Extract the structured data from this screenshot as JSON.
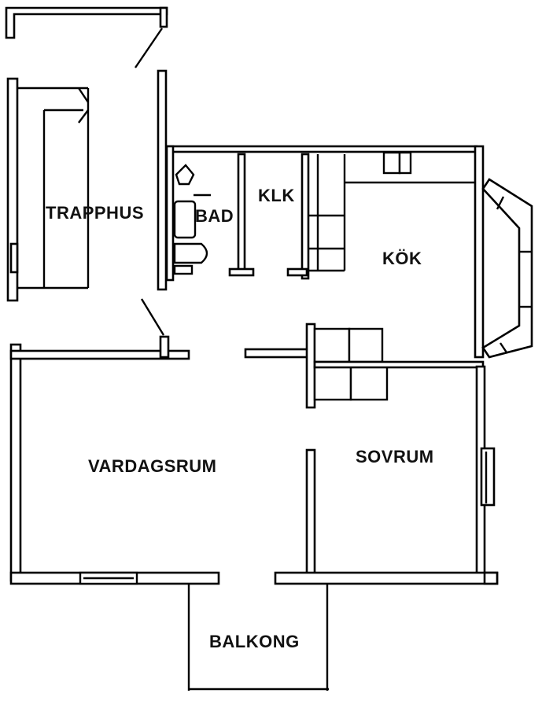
{
  "plan": {
    "rooms": [
      {
        "key": "trapphus",
        "label": "TRAPPHUS"
      },
      {
        "key": "bad",
        "label": "BAD"
      },
      {
        "key": "klk",
        "label": "KLK"
      },
      {
        "key": "kok",
        "label": "KÖK"
      },
      {
        "key": "vardagsrum",
        "label": "VARDAGSRUM"
      },
      {
        "key": "sovrum",
        "label": "SOVRUM"
      },
      {
        "key": "balkong",
        "label": "BALKONG"
      }
    ]
  }
}
